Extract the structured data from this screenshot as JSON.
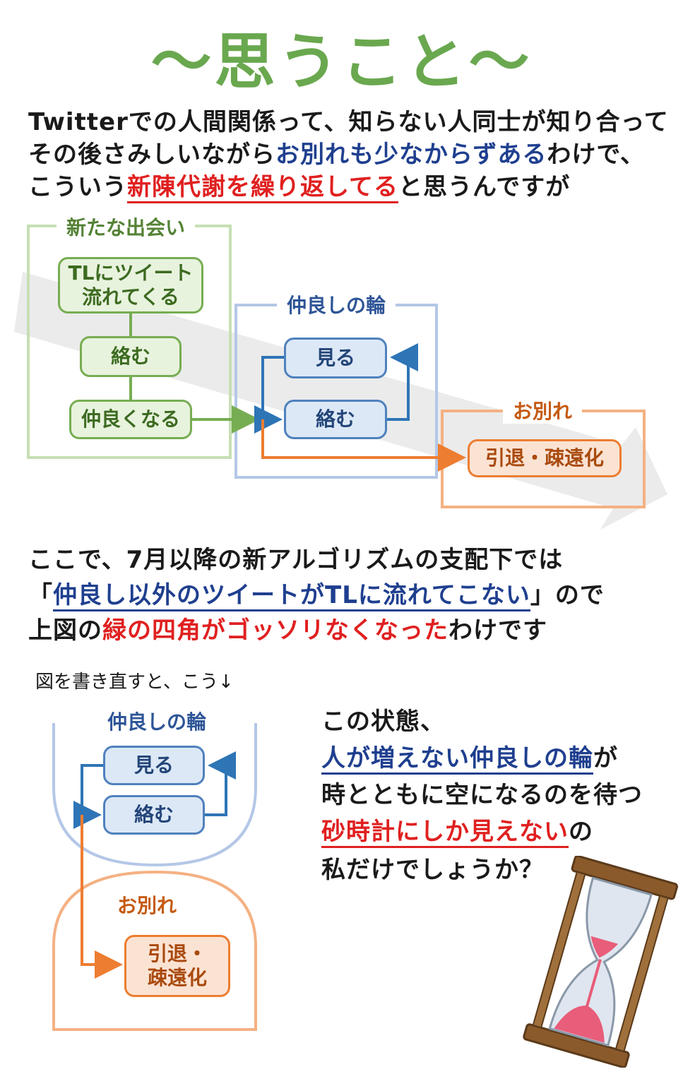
{
  "title": "〜思うこと〜",
  "intro": {
    "l1": "Twitterでの人間関係って、知らない人同士が知り合って",
    "l2a": "その後さみしいながら",
    "l2b": "お別れも少なからずある",
    "l2c": "わけで、",
    "l3a": "こういう",
    "l3b": "新陳代謝を繰り返してる",
    "l3c": "と思うんですが"
  },
  "diagram1": {
    "green_label": "新たな出会い",
    "node_tl": "TLにツイート\n流れてくる",
    "node_karamu": "絡む",
    "node_nakayoku": "仲良くなる",
    "blue_label": "仲良しの輪",
    "node_miru": "見る",
    "node_karamu2": "絡む",
    "orange_label": "お別れ",
    "node_intai": "引退・疎遠化"
  },
  "middle": {
    "l1": "ここで、7月以降の新アルゴリズムの支配下では",
    "l2a": "「",
    "l2b": "仲良し以外のツイートがTLに流れてこない",
    "l2c": "」ので",
    "l3a": "上図の",
    "l3b": "緑の四角がゴッソリなくなった",
    "l3c": "わけです"
  },
  "redraw_note": "図を書き直すと、こう↓",
  "diagram2": {
    "blue_label": "仲良しの輪",
    "node_miru": "見る",
    "node_karamu": "絡む",
    "orange_label": "お別れ",
    "node_intai": "引退・\n疎遠化"
  },
  "side": {
    "l1": "この状態、",
    "l2a": "人が増えない仲良しの輪",
    "l2b": "が",
    "l3": "時とともに空になるのを待つ",
    "l4a": "砂時計にしか見えない",
    "l4b": "の",
    "l5": "私だけでしょうか？"
  },
  "colors": {
    "green": "#77ad52",
    "blue": "#4f81bd",
    "orange": "#ed7d31",
    "red": "#e02020",
    "navy": "#1f3f8f"
  },
  "hourglass_icon": "hourglass-icon"
}
